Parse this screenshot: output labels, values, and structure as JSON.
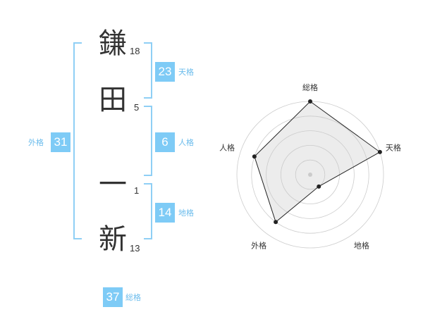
{
  "name": {
    "chars": [
      {
        "char": "鎌",
        "strokes": "18"
      },
      {
        "char": "田",
        "strokes": "5"
      },
      {
        "char": "一",
        "strokes": "1"
      },
      {
        "char": "新",
        "strokes": "13"
      }
    ]
  },
  "kaku": {
    "tenkaku": {
      "label": "天格",
      "value": "23"
    },
    "jinkaku": {
      "label": "人格",
      "value": "6"
    },
    "chikaku": {
      "label": "地格",
      "value": "14"
    },
    "gaikaku": {
      "label": "外格",
      "value": "31"
    },
    "soukaku": {
      "label": "総格",
      "value": "37"
    }
  },
  "colors": {
    "accent": "#7ecbf6",
    "bracket": "#8fcff5",
    "label": "#6bbcec",
    "text": "#333333"
  },
  "chart_data": {
    "type": "radar",
    "axes": [
      "総格",
      "天格",
      "地格",
      "外格",
      "人格"
    ],
    "scale": {
      "min": 0,
      "max": 5,
      "rings": 5
    },
    "values": [
      5,
      5,
      1,
      4,
      4
    ],
    "grid": true
  }
}
